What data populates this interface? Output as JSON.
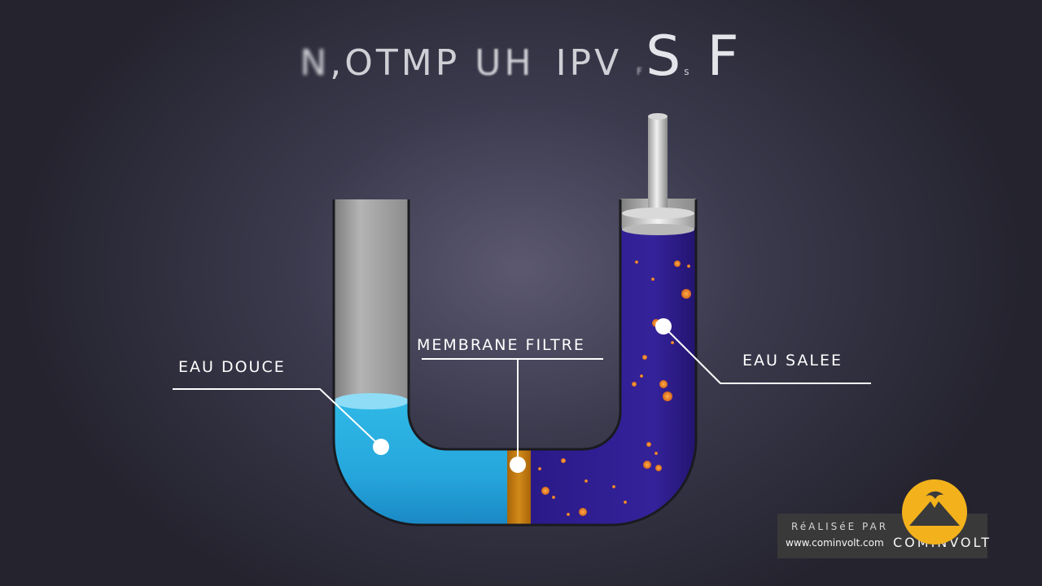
{
  "title": {
    "part1": "N",
    "part2": ",OTMP",
    "part3": "UH",
    "part4": "IPV",
    "part5": "F",
    "part6": "S",
    "part7": "s",
    "part8": "F"
  },
  "labels": {
    "fresh_water": "EAU DOUCE",
    "membrane": "MEMBRANE FILTRE",
    "salt_water": "EAU SALEE"
  },
  "credit": {
    "made_by": "RéALISéE PAR",
    "url": "www.cominvolt.com",
    "brand": "COMINVOLT"
  },
  "colors": {
    "fresh_water": "#2fb8e6",
    "salt_water": "#2a1a88",
    "membrane": "#c57a0c",
    "particles": "#e07a22",
    "logo": "#f3b21c"
  }
}
